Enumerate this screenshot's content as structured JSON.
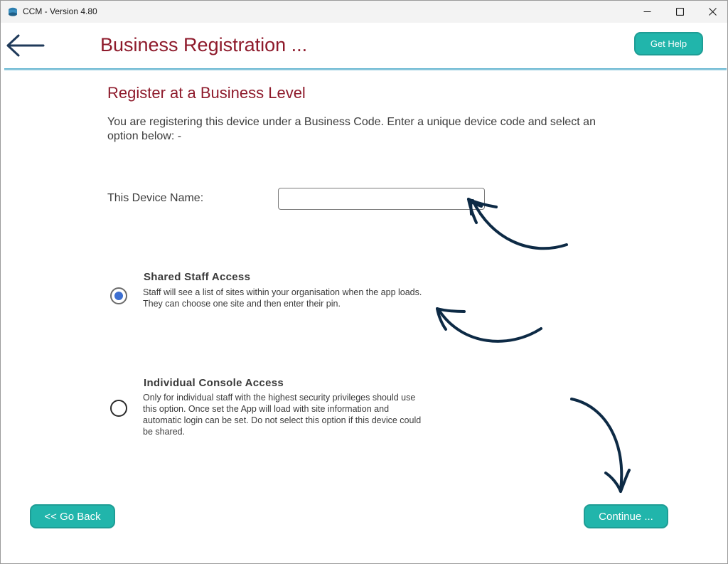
{
  "window": {
    "title": "CCM - Version 4.80"
  },
  "header": {
    "title": "Business Registration ...",
    "help_label": "Get Help"
  },
  "main": {
    "section_title": "Register at a Business Level",
    "intro_text": "You are registering this device under a Business Code.  Enter a unique device code and select an option below: -",
    "device_name_label": "This Device Name:",
    "device_name_value": "",
    "options": [
      {
        "title": "Shared Staff Access",
        "description": "Staff will see a list of sites within your organisation when the app loads.  They can choose one site and then enter their pin.",
        "selected": true
      },
      {
        "title": "Individual Console Access",
        "description": "Only for individual staff with the highest security privileges should use this option.  Once set the App will load with site information and automatic login can be set.  Do not select this option if this device could be shared.",
        "selected": false
      }
    ]
  },
  "footer": {
    "back_label": "<< Go Back",
    "continue_label": "Continue ..."
  },
  "colors": {
    "accent": "#21b5ab",
    "title_red": "#8e1a2b",
    "radio_selected": "#3d6fd1",
    "annotation_arrow": "#0d2a45"
  },
  "icons": {
    "app": "ccm-app-icon",
    "back": "back-arrow-icon",
    "minimize": "minimize-icon",
    "maximize": "maximize-icon",
    "close": "close-icon"
  }
}
